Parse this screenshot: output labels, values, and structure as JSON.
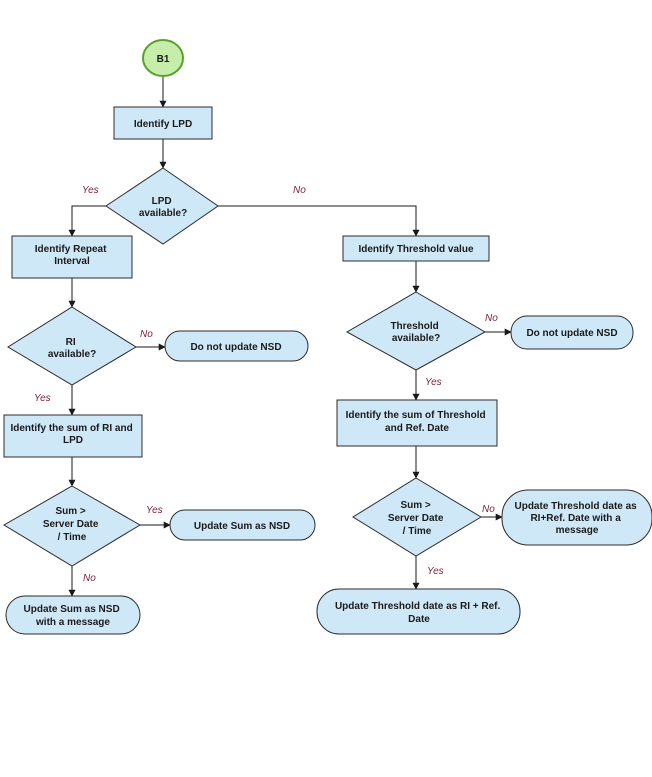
{
  "colors": {
    "box_fill": "#cfe8f8",
    "box_stroke": "#2b2b2b",
    "start_fill": "#c6eeaa",
    "start_stroke": "#5aa02c",
    "edge_stroke": "#1a1a1a",
    "label_color": "#7a1f3f"
  },
  "nodes": {
    "start": "B1",
    "identify_lpd": "Identify LPD",
    "lpd_available": [
      "LPD",
      "available?"
    ],
    "identify_repeat_interval": [
      "Identify Repeat",
      "Interval"
    ],
    "ri_available": [
      "RI",
      "available?"
    ],
    "do_not_update_left": "Do not update NSD",
    "identify_sum_ri_lpd": [
      "Identify the sum of RI and",
      "LPD"
    ],
    "sum_gt_left": [
      "Sum >",
      "Server Date",
      "/ Time"
    ],
    "update_sum_nsd": "Update Sum as NSD",
    "update_sum_nsd_msg": [
      "Update Sum as NSD",
      "with a message"
    ],
    "identify_threshold": "Identify Threshold  value",
    "threshold_available": [
      "Threshold",
      "available?"
    ],
    "do_not_update_right": "Do not update NSD",
    "identify_sum_threshold": [
      "Identify the sum of  Threshold",
      "and Ref. Date"
    ],
    "sum_gt_right": [
      "Sum >",
      "Server Date",
      "/ Time"
    ],
    "update_threshold_msg": [
      "Update Threshold date as",
      "RI+Ref. Date with a",
      "message"
    ],
    "update_threshold": [
      "Update Threshold date as RI + Ref.",
      "Date"
    ]
  },
  "edge_labels": {
    "lpd_yes": "Yes",
    "lpd_no": "No",
    "ri_no": "No",
    "ri_yes": "Yes",
    "sum_left_yes": "Yes",
    "sum_left_no": "No",
    "threshold_no": "No",
    "threshold_yes": "Yes",
    "sum_right_no": "No",
    "sum_right_yes": "Yes"
  }
}
